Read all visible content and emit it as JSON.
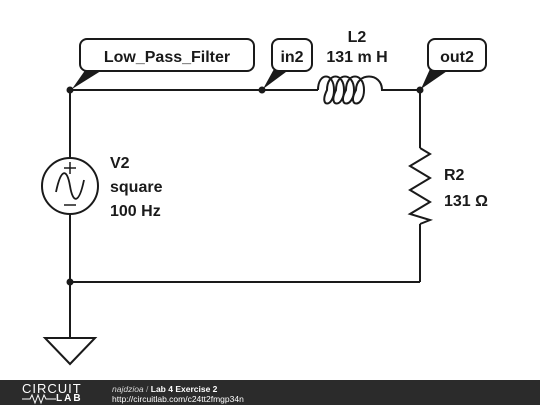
{
  "circuit": {
    "labels": {
      "net_filter": "Low_Pass_Filter",
      "net_in": "in2",
      "net_out": "out2"
    },
    "inductor": {
      "name": "L2",
      "value": "131 m H"
    },
    "source": {
      "name": "V2",
      "type": "square",
      "frequency": "100 Hz"
    },
    "resistor": {
      "name": "R2",
      "value": "131 Ω"
    }
  },
  "footer": {
    "logo_top": "CIRCUIT",
    "logo_bottom": "LAB",
    "author": "najdzioa",
    "separator": " / ",
    "title": "Lab 4 Exercise 2",
    "url": "http://circuitlab.com/c24tt2fmgp34n"
  }
}
